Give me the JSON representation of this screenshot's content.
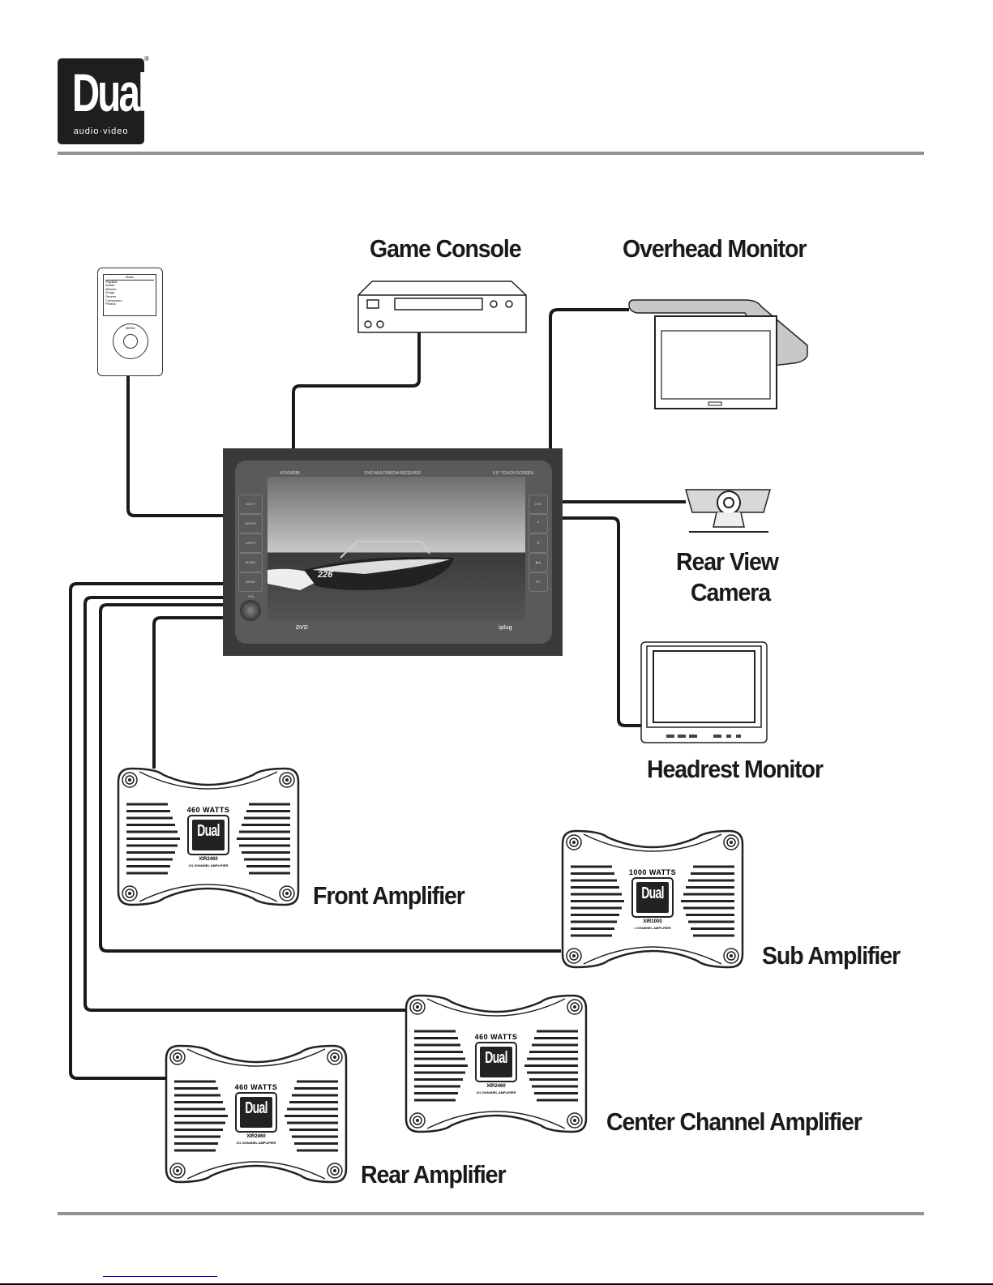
{
  "header": {
    "logo_text": "Dual",
    "logo_subtext": "audio·video",
    "logo_mark": "®"
  },
  "diagram": {
    "labels": {
      "game_console": "Game Console",
      "overhead_monitor": "Overhead Monitor",
      "rear_view_camera_line1": "Rear View",
      "rear_view_camera_line2": "Camera",
      "headrest_monitor": "Headrest Monitor",
      "front_amplifier": "Front Amplifier",
      "sub_amplifier": "Sub Amplifier",
      "center_channel_amplifier": "Center Channel Amplifier",
      "rear_amplifier": "Rear Amplifier"
    },
    "head_unit": {
      "model": "XDVD8285",
      "type": "DVD MULTIMEDIA RECEIVER",
      "screen": "6.5\" TOUCH SCREEN",
      "left_buttons": [
        "MUTE",
        "AM/FM",
        "AS/PS",
        "MODE",
        "MENU"
      ],
      "right_buttons": [
        "DVD",
        "^",
        "v",
        "▶/||",
        "PIC"
      ],
      "knob_label": "VOL",
      "boat_number": "226",
      "bottom_left_badge": "DVD",
      "bottom_right_badge": "iplug"
    },
    "ipod": {
      "title": "Music",
      "menu": [
        "Playlists",
        "Artists",
        "Albums",
        "Songs",
        "Genres",
        "Composers",
        "Photos"
      ],
      "wheel_label": "MENU"
    },
    "amplifiers": {
      "front": {
        "watts": "460 WATTS",
        "brand": "Dual",
        "model": "XIR2460",
        "desc": "2/1 CHANNEL AMPLIFIER"
      },
      "sub": {
        "watts": "1000 WATTS",
        "brand": "Dual",
        "model": "XIR1000",
        "desc": "1 CHANNEL AMPLIFIER"
      },
      "center": {
        "watts": "460 WATTS",
        "brand": "Dual",
        "model": "XIR2460",
        "desc": "2/1 CHANNEL AMPLIFIER"
      },
      "rear": {
        "watts": "460 WATTS",
        "brand": "Dual",
        "model": "XIR2460",
        "desc": "2/1 CHANNEL AMPLIFIER"
      }
    }
  },
  "colors": {
    "rule": "#929292",
    "wire": "#1a1a1a",
    "link": "#0000cc"
  }
}
